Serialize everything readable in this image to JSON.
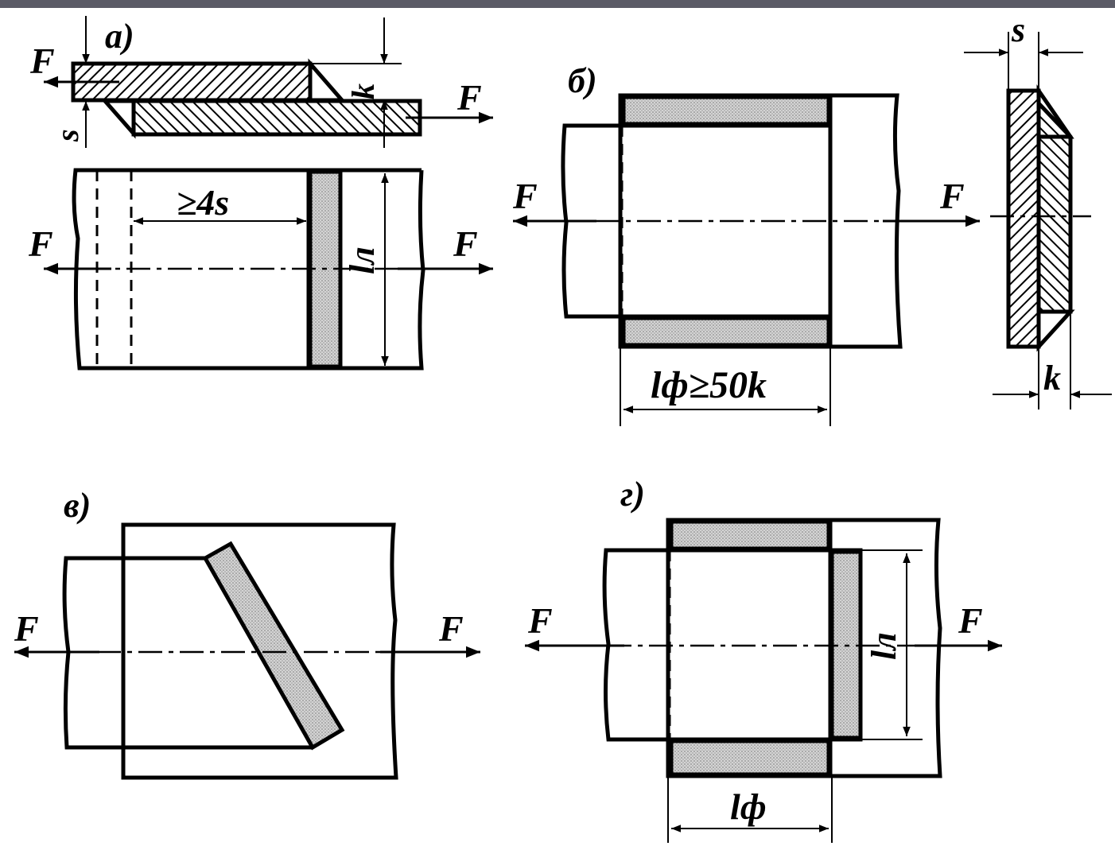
{
  "colors": {
    "top_bar": "#5b5b66",
    "weld_fill": "#c8c8c8",
    "line": "#000000"
  },
  "views": {
    "a": {
      "label": "а)",
      "force": "F",
      "s": "s",
      "k": "k",
      "dim_4s": "≥4s",
      "dim_ll": "lл"
    },
    "b": {
      "label": "б)",
      "force": "F",
      "s": "s",
      "k": "k",
      "dim_lf": "lф≥50k"
    },
    "v": {
      "label": "в)",
      "force": "F"
    },
    "g": {
      "label": "г)",
      "force": "F",
      "dim_ll": "lл",
      "dim_lf": "lф"
    }
  }
}
